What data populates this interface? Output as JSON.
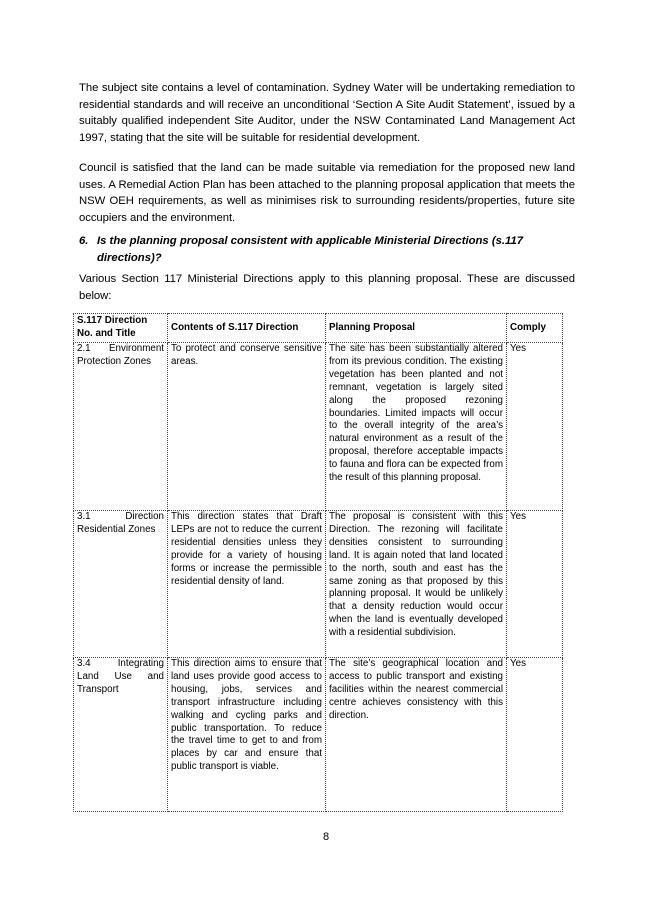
{
  "paragraphs": {
    "p1": "The subject site contains a level of contamination. Sydney Water will be undertaking remediation to residential standards and will receive an unconditional ‘Section A Site Audit Statement’, issued by a suitably qualified independent Site Auditor, under the NSW Contaminated Land Management Act 1997, stating that the site will be suitable for residential development.",
    "p2": "Council is satisfied that the land can be made suitable via remediation for the proposed new land uses. A Remedial Action Plan has been attached to the planning proposal application that meets the NSW OEH requirements, as well as minimises risk to surrounding residents/properties, future site occupiers and the environment.",
    "p4": "Various Section 117 Ministerial Directions apply to this planning proposal. These are discussed below:"
  },
  "question": {
    "number": "6.",
    "text": "Is the planning proposal consistent with applicable Ministerial Directions (s.117 directions)?"
  },
  "table": {
    "headers": {
      "col1": "S.117 Direction No. and Title",
      "col2": "Contents of S.117 Direction",
      "col3": "Planning Proposal",
      "col4": "Comply"
    },
    "rows": [
      {
        "direction": "2.1 Environment Protection Zones",
        "contents": "To protect and conserve sensitive areas.",
        "proposal": "The site has been substantially altered from its previous condition. The existing vegetation has been planted and not remnant, vegetation is largely sited along the proposed rezoning boundaries. Limited impacts will occur to the overall integrity of the area’s natural environment as a result of the proposal, therefore acceptable impacts to fauna and flora can be expected from the result of this planning proposal.",
        "comply": "Yes"
      },
      {
        "direction": "3.1 Direction Residential Zones",
        "contents": "This direction states that Draft LEPs are not to reduce the current residential densities unless they provide for a variety of housing forms or increase the permissible residential density of land.",
        "proposal": "The proposal is consistent with this Direction. The rezoning will facilitate densities consistent to surrounding land. It is again noted that land located to the north, south and east has the same zoning as that proposed by this planning proposal. It would be unlikely that a density reduction would occur when the land is eventually developed with a residential subdivision.",
        "comply": "Yes"
      },
      {
        "direction": "3.4 Integrating Land Use and Transport",
        "contents": "This direction aims to ensure that land uses provide good access to housing, jobs, services and transport infrastructure including walking and cycling parks and public transportation. To reduce the travel time to get to and from places by car and ensure that public transport is viable.",
        "proposal": "The site’s geographical location and access to public transport and existing facilities within the nearest commercial centre achieves consistency with this direction.",
        "comply": "Yes"
      }
    ]
  },
  "page_number": "8"
}
